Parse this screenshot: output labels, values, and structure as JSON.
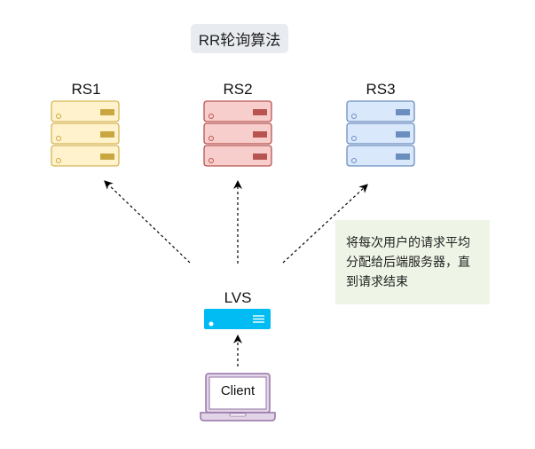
{
  "diagram": {
    "title": "RR轮询算法",
    "servers": [
      {
        "label": "RS1",
        "fill": "#fff2cc",
        "stroke": "#d6b656",
        "bar": "#c9a740"
      },
      {
        "label": "RS2",
        "fill": "#f8cecc",
        "stroke": "#b85450",
        "bar": "#b85450"
      },
      {
        "label": "RS3",
        "fill": "#dae8fc",
        "stroke": "#6c8ebf",
        "bar": "#6c8ebf"
      }
    ],
    "lvs": {
      "label": "LVS",
      "color": "#00bcf2"
    },
    "client": {
      "label": "Client",
      "color": "#9673a6",
      "fill": "#e1d5e7"
    },
    "note": {
      "lines": [
        "将每次用户的请求平均",
        "分配给后端服务器，直",
        "到请求结束"
      ],
      "fill": "#eef5e6"
    }
  }
}
